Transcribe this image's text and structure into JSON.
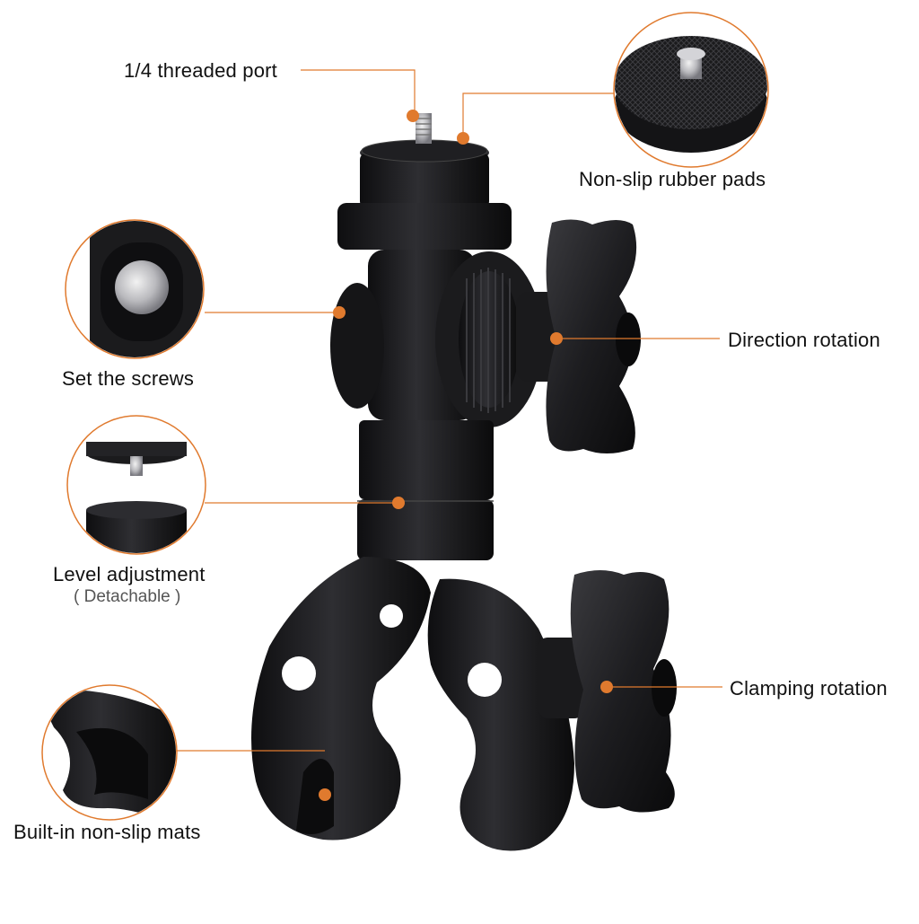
{
  "callouts": {
    "threaded_port": "1/4 threaded port",
    "rubber_pads": "Non-slip rubber pads",
    "set_screws": "Set the screws",
    "direction_rotation": "Direction rotation",
    "level_adjustment": "Level adjustment",
    "detachable": "( Detachable )",
    "clamping_rotation": "Clamping rotation",
    "non_slip_mats": "Built-in non-slip mats"
  },
  "colors": {
    "accent": "#e07a2e",
    "product": "#1c1c1e",
    "background": "#ffffff"
  }
}
